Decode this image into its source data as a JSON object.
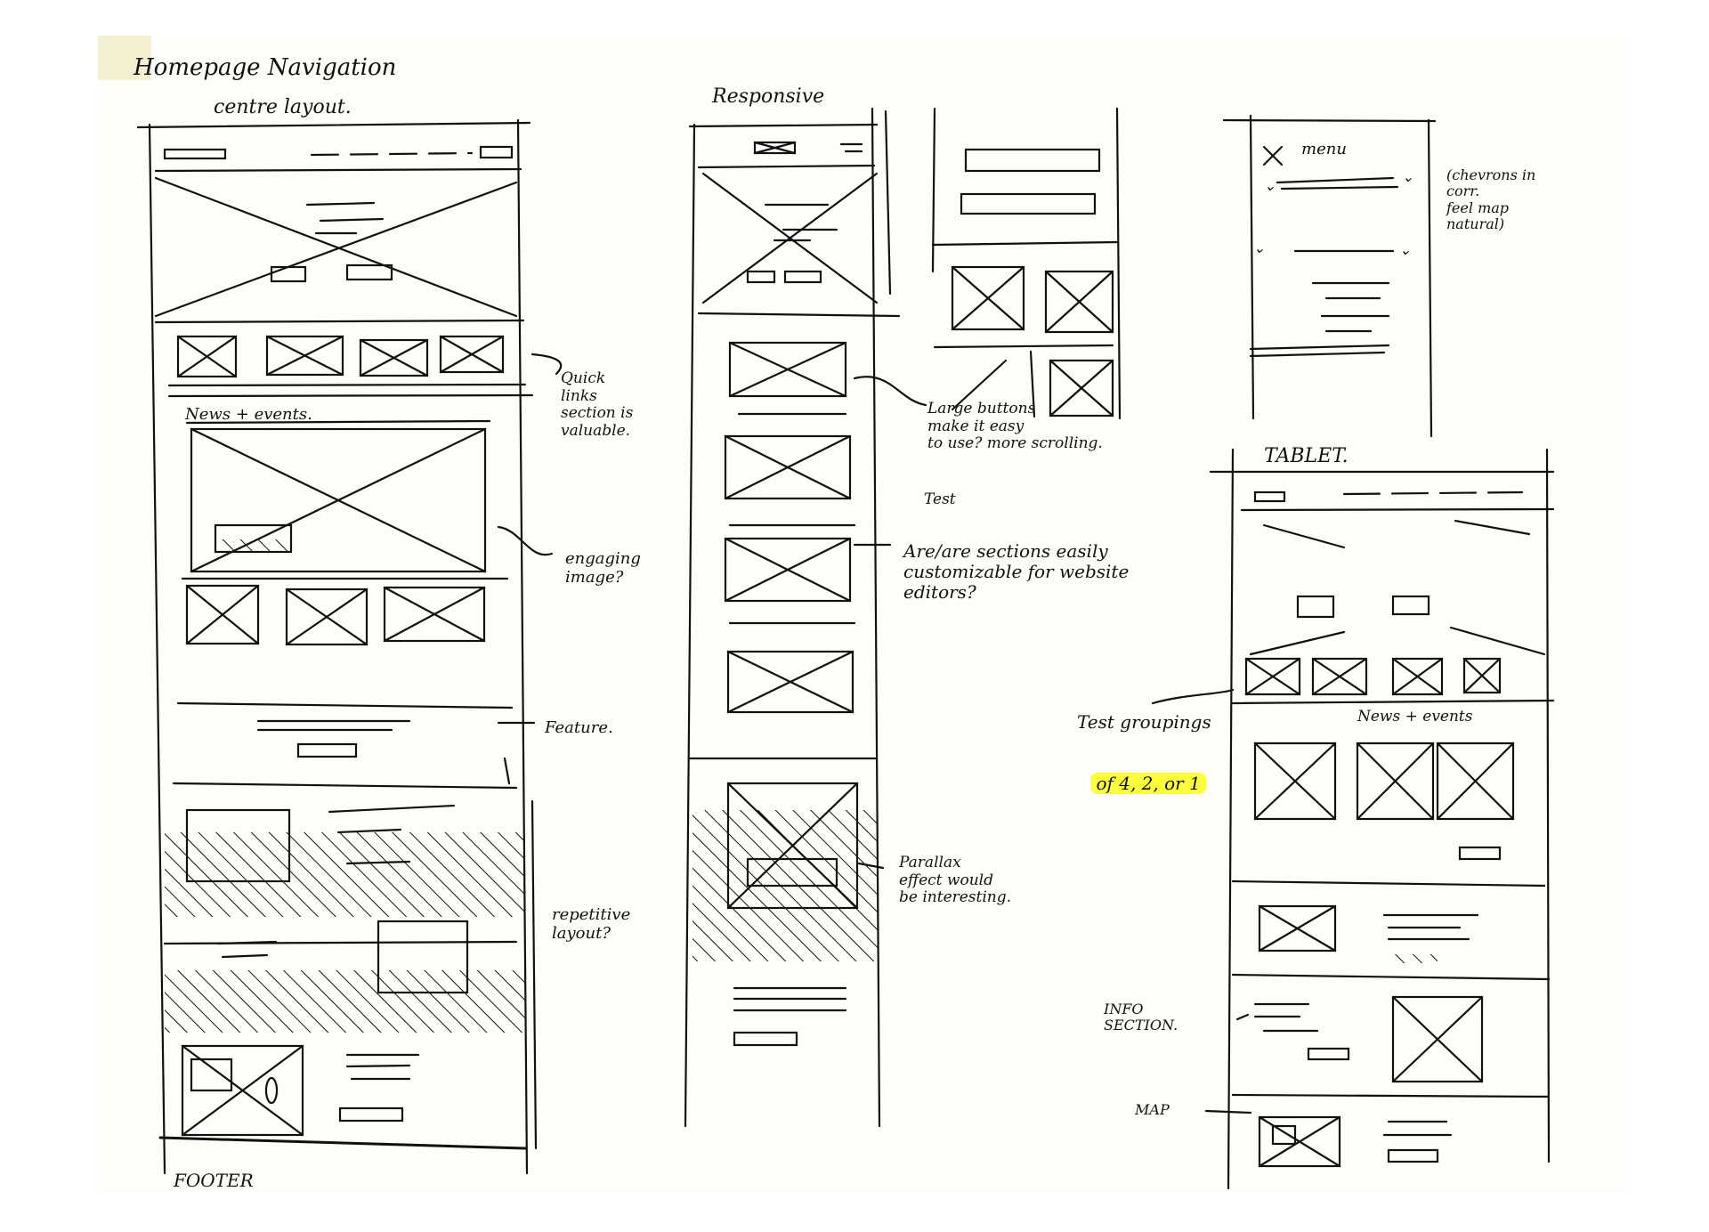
{
  "notes": {
    "title_1": "Homepage Navigation",
    "title_2": "centre layout.",
    "news_events": "News + events.",
    "footer": "FOOTER",
    "quick_links": "Quick\nlinks\nsection is\nvaluable.",
    "engaging": "engaging\nimage?",
    "feature": "Feature.",
    "repetitive": "repetitive\nlayout?",
    "responsive": "Responsive",
    "large_buttons": "Large buttons\nmake it easy\nto use? more scrolling.",
    "test": "Test",
    "customizable": "Are/are sections easily\ncustomizable for website\neditors?",
    "parallax": "Parallax\neffect would\nbe interesting.",
    "menu": "menu",
    "chevrons": "(chevrons in\ncorr.\nfeel map\nnatural)",
    "tablet": "TABLET.",
    "test_groupings_1": "Test groupings",
    "test_groupings_2": "of 4, 2, or 1",
    "news_events_tablet": "News + events",
    "info_section": "INFO\nSECTION.",
    "map": "MAP"
  },
  "colors": {
    "ink": "#111111",
    "highlight": "#fbff3c",
    "paper": "#fffdf9"
  }
}
